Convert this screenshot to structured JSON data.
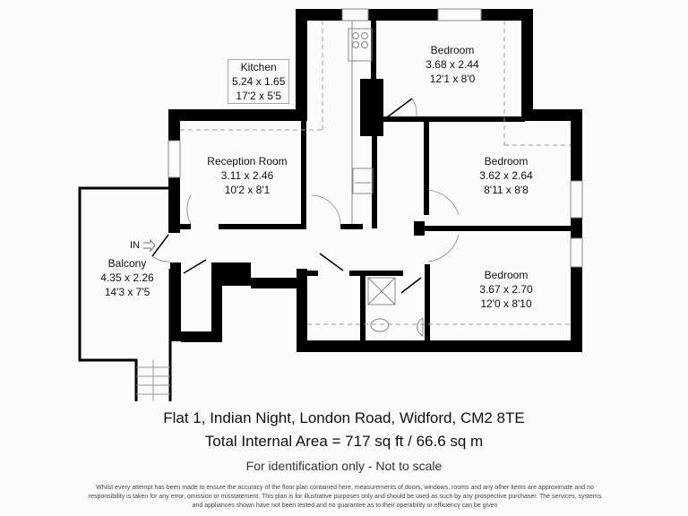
{
  "rooms": {
    "kitchen": {
      "name": "Kitchen",
      "metric": "5.24 x 1.65",
      "imperial": "17'2 x 5'5"
    },
    "bedroom1": {
      "name": "Bedroom",
      "metric": "3.68 x 2.44",
      "imperial": "12'1 x 8'0"
    },
    "reception": {
      "name": "Reception Room",
      "metric": "3.11 x 2.46",
      "imperial": "10'2 x 8'1"
    },
    "bedroom2": {
      "name": "Bedroom",
      "metric": "3.62 x 2.64",
      "imperial": "8'11 x 8'8"
    },
    "balcony": {
      "name": "Balcony",
      "metric": "4.35 x 2.26",
      "imperial": "14'3 x 7'5"
    },
    "bedroom3": {
      "name": "Bedroom",
      "metric": "3.67 x 2.70",
      "imperial": "12'0 x 8'10"
    }
  },
  "entrance": {
    "label": "IN",
    "icon": "arrow-right-icon"
  },
  "footer": {
    "address": "Flat 1, Indian Night, London Road, Widford, CM2 8TE",
    "area": "Total Internal Area = 717 sq ft / 66.6 sq m",
    "note": "For identification only - Not to scale",
    "disclaimer": "Whilst every attempt has been made to ensure the accuracy of the floor plan contained here, measurements of doors, windows, rooms and any other items are approximate and no responsibility is taken for any error, omission or misstatement. This plan is for illustrative purposes only and should be used as such by any prospective purchaser. The services, systems and appliances shown have not been tested and no guarantee as to their operability or efficiency can be given"
  }
}
